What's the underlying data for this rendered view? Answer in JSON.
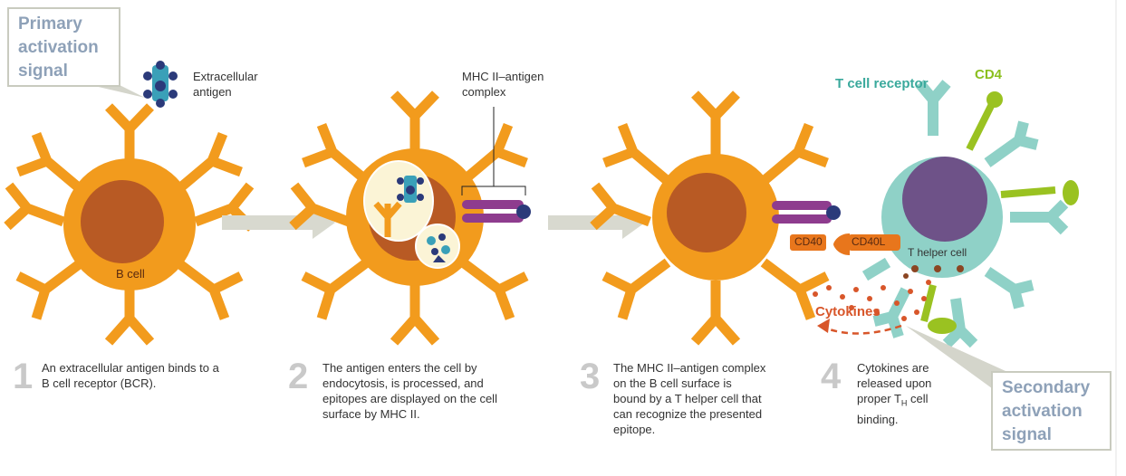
{
  "callouts": {
    "primary": [
      "Primary",
      "activation",
      "signal"
    ],
    "secondary": [
      "Secondary",
      "activation",
      "signal"
    ]
  },
  "labels": {
    "extracellular_antigen": [
      "Extracellular",
      "antigen"
    ],
    "b_cell": "B cell",
    "mhc_complex": [
      "MHC II–antigen",
      "complex"
    ],
    "t_cell_receptor": "T cell receptor",
    "cd4": "CD4",
    "cd40": "CD40",
    "cd40l": "CD40L",
    "t_helper_cell": "T helper cell",
    "cytokines": "Cytokines"
  },
  "steps": [
    {
      "number": "1",
      "lines": [
        "An extracellular antigen binds to a",
        "B cell receptor (BCR)."
      ]
    },
    {
      "number": "2",
      "lines": [
        "The antigen enters the cell by",
        "endocytosis, is processed, and",
        "epitopes are displayed on the cell",
        "surface by MHC II."
      ]
    },
    {
      "number": "3",
      "lines": [
        "The MHC II–antigen complex",
        "on the B cell surface is",
        "bound by a T helper cell that",
        "can recognize the presented",
        "epitope."
      ]
    },
    {
      "number": "4",
      "lines": [
        "Cytokines are",
        "released upon"
      ],
      "line3_prefix": "proper T",
      "line3_sub": "H",
      "line3_suffix": " cell",
      "line4": "binding."
    }
  ],
  "colors": {
    "b_cell": "#f29b1d",
    "nucleus": "#b85a24",
    "t_cell": "#8fd1c7",
    "t_nucleus": "#6e5288",
    "mhc": "#8e3c8e",
    "antigen": "#3aa0b8",
    "cd4": "#9ac221",
    "cytokine": "#d8562a",
    "arrow": "#d8d9cf"
  }
}
